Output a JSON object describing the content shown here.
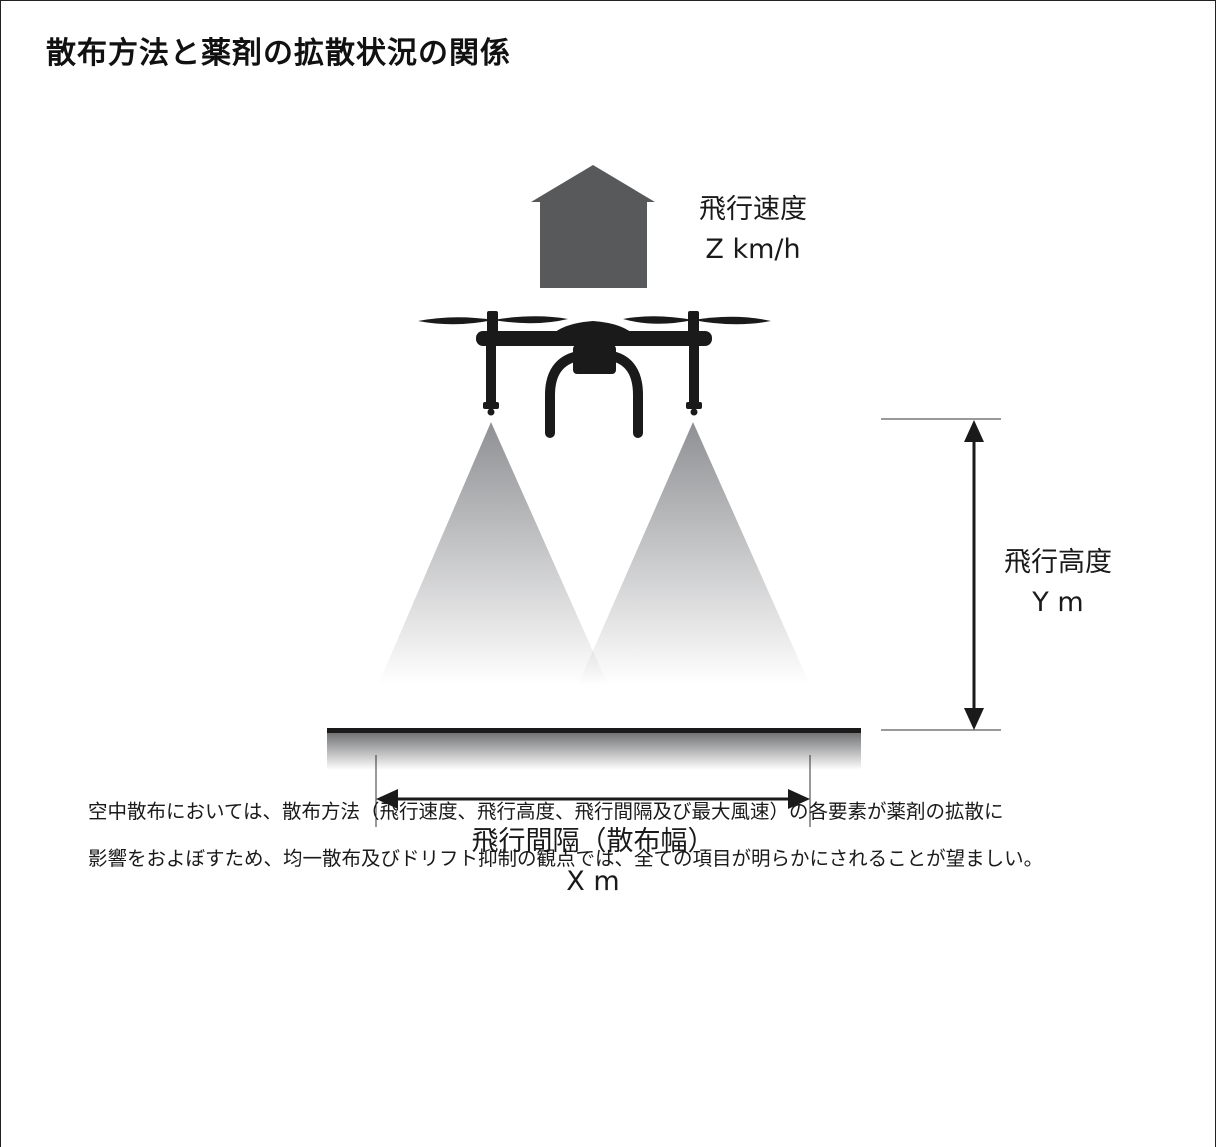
{
  "title": "散布方法と薬剤の拡散状況の関係",
  "labels": {
    "speed_name": "飛行速度",
    "speed_value": "Z km/h",
    "height_name": "飛行高度",
    "height_value": "Y m",
    "interval_name": "飛行間隔（散布幅）",
    "interval_value": "X m"
  },
  "description": {
    "line1": "空中散布においては、散布方法（飛行速度、飛行高度、飛行間隔及び最大風速）の各要素が薬剤の拡散に",
    "line2": "影響をおよぼすため、均一散布及びドリフト抑制の観点では、全ての項目が明らかにされることが望ましい。"
  },
  "colors": {
    "arrow_fill": "#58595b",
    "drone": "#1a1a1a",
    "spray": "#8f9093",
    "ground_line": "#1a1a1a"
  },
  "icons": [
    "drone-icon",
    "up-arrow-icon",
    "double-arrow-vertical",
    "double-arrow-horizontal"
  ]
}
